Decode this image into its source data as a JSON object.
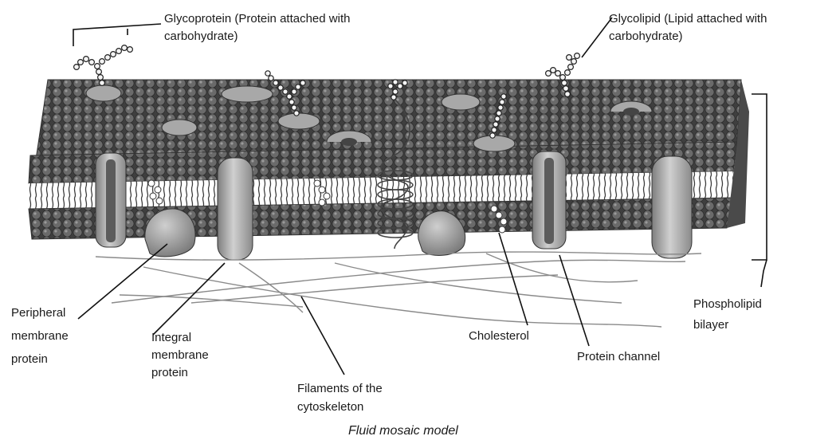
{
  "labels": {
    "glycoprotein": [
      "Glycoprotein (Protein attached with",
      "carbohydrate)"
    ],
    "glycolipid": [
      "Glycolipid  (Lipid attached with",
      "carbohydrate)"
    ],
    "peripheral": [
      "Peripheral",
      "membrane",
      "protein"
    ],
    "integral": [
      "Integral",
      "membrane",
      "protein"
    ],
    "filaments": [
      "Filaments of the",
      "cytoskeleton"
    ],
    "cholesterol": [
      "Cholesterol"
    ],
    "channel": [
      "Protein channel"
    ],
    "bilayer": [
      "Phospholipid",
      "bilayer"
    ]
  },
  "caption": "Fluid mosaic model",
  "colors": {
    "head": "#5b5b5b",
    "head_dark": "#3a3a3a",
    "protein": "#9a9a9a",
    "protein_light": "#c4c4c4",
    "tail": "#4a4a4a",
    "filament": "#8a8a8a",
    "leader": "#111111"
  }
}
